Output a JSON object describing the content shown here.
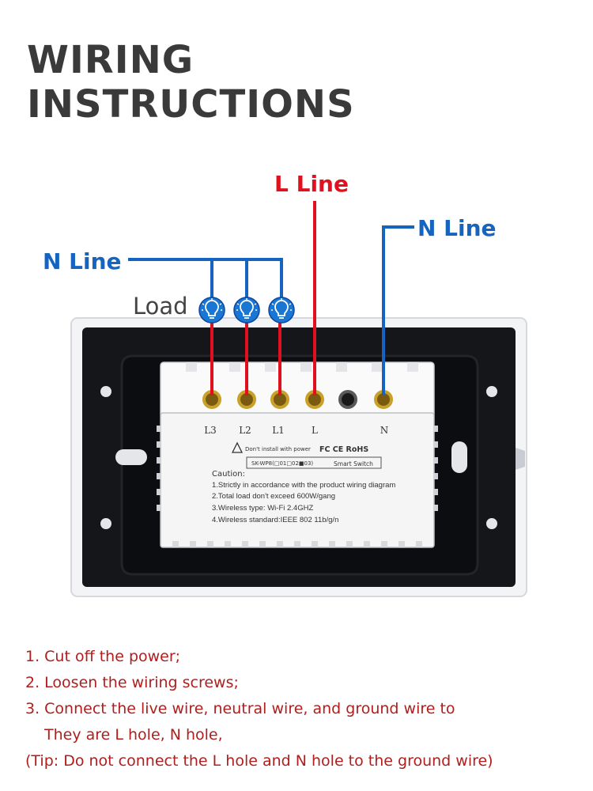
{
  "title": {
    "line1": "WIRING",
    "line2": "INSTRUCTIONS"
  },
  "colors": {
    "live": "#e0101e",
    "neutral": "#1565c0",
    "title": "#3a3a3a",
    "steps": "#b01e1e",
    "panel": "#14161a",
    "bulb": "#1976d2",
    "screw": "#c8a02a"
  },
  "wire_labels": {
    "l_line": "L Line",
    "n_line_right": "N Line",
    "n_line_left": "N Line",
    "load": "Load"
  },
  "bulbs": [
    {
      "icon": "lightbulb-icon"
    },
    {
      "icon": "lightbulb-icon"
    },
    {
      "icon": "lightbulb-icon"
    }
  ],
  "terminals": [
    "L3",
    "L2",
    "L1",
    "L",
    "N"
  ],
  "module": {
    "warning": "Don't install with power",
    "certs": "FC CE RoHS",
    "model": "SK-WP8(□01□02■03)",
    "product": "Smart Switch",
    "caution_title": "Caution:",
    "caution_lines": [
      "1.Strictly in accordance with the product wiring diagram",
      "2.Total load don't exceed 600W/gang",
      "3.Wireless type: Wi-Fi 2.4GHZ",
      "4.Wireless standard:IEEE 802 11b/g/n"
    ]
  },
  "steps": [
    "1. Cut off the power;",
    "2. Loosen the wiring screws;",
    "3. Connect the live wire, neutral wire, and ground wire to",
    "They are L hole, N hole,",
    "(Tip: Do not connect the L hole and N hole to the ground wire)"
  ]
}
